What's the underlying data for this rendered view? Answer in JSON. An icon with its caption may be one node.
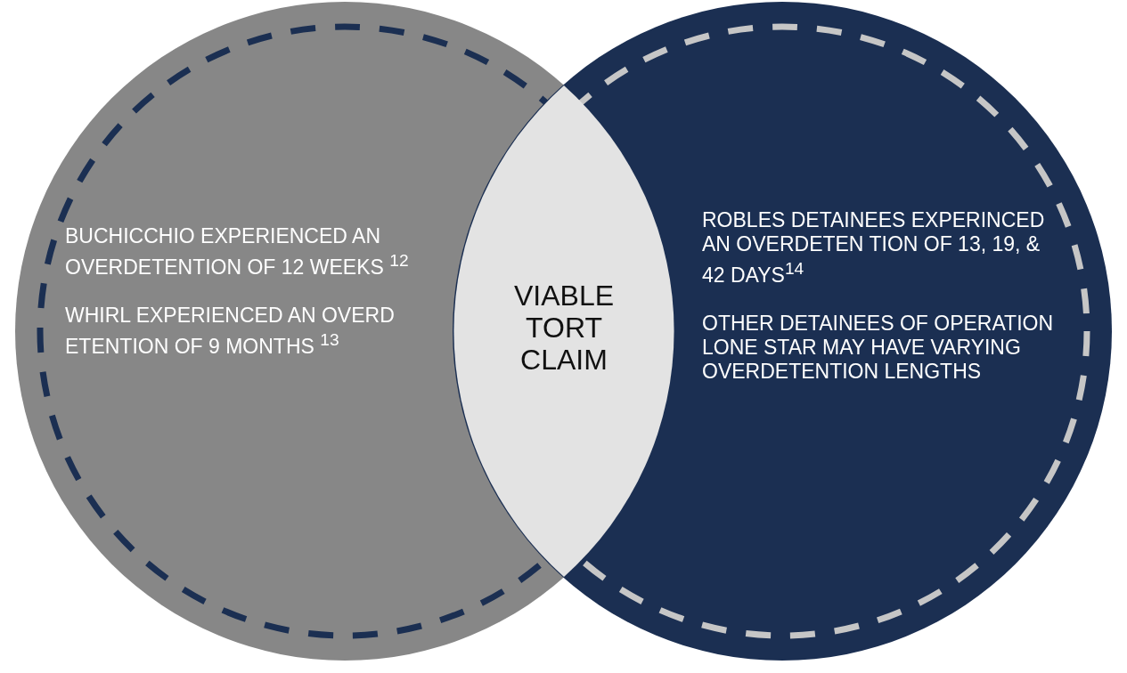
{
  "diagram": {
    "nodes": [
      {
        "text": [
          "BUCHICCHIO EXPERIENCED AN OVERDETENTION OF 12 WEEKS $^{12}$",
          "WHIRL EXPERIENCED AN OVERD ETENTION OF 9 MONTHS $^{13}$"
        ]
      },
      {
        "text": [
          "ROBLES DETAINEES EXPERINCED AN OVERDETEN TION OF 13, 19, & 42 DAYS$^{14}$",
          "OTHER DETAINEES OF OPERATION LONE STAR MAY HAVE VARYING OVERDETENTION LENGTHS"
        ]
      },
      {
        "text": [
          "VIABLE TORT CLAIM"
        ]
      }
    ]
  }
}
